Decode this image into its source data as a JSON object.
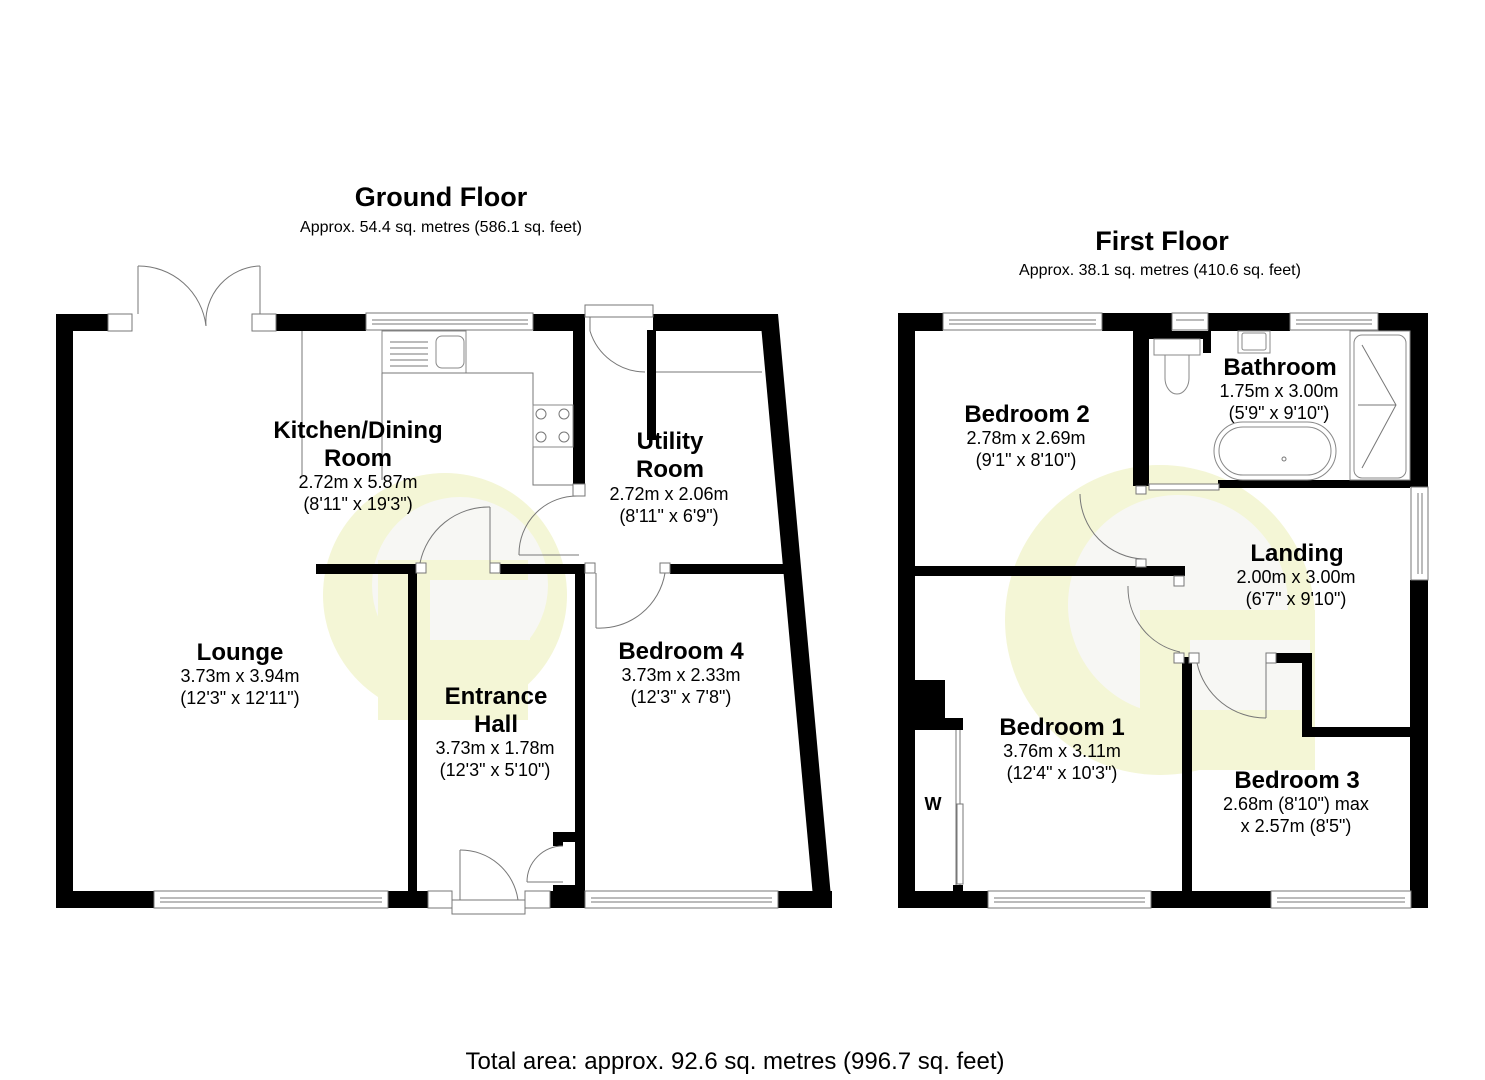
{
  "ground_floor": {
    "title": "Ground Floor",
    "area": "Approx. 54.4 sq. metres (586.1 sq. feet)",
    "rooms": {
      "kitchen": {
        "name_1": "Kitchen/Dining",
        "name_2": "Room",
        "metric": "2.72m x 5.87m",
        "imperial": "(8'11\" x 19'3\")"
      },
      "utility": {
        "name_1": "Utility",
        "name_2": "Room",
        "metric": "2.72m x 2.06m",
        "imperial": "(8'11\" x 6'9\")"
      },
      "lounge": {
        "name": "Lounge",
        "metric": "3.73m x 3.94m",
        "imperial": "(12'3\" x 12'11\")"
      },
      "entrance_hall": {
        "name_1": "Entrance",
        "name_2": "Hall",
        "metric": "3.73m x 1.78m",
        "imperial": "(12'3\" x 5'10\")"
      },
      "bedroom_4": {
        "name": "Bedroom 4",
        "metric": "3.73m x 2.33m",
        "imperial": "(12'3\" x 7'8\")"
      }
    }
  },
  "first_floor": {
    "title": "First Floor",
    "area": "Approx. 38.1 sq. metres (410.6 sq. feet)",
    "rooms": {
      "bedroom_2": {
        "name": "Bedroom 2",
        "metric": "2.78m x 2.69m",
        "imperial": "(9'1\" x 8'10\")"
      },
      "bathroom": {
        "name": "Bathroom",
        "metric": "1.75m x 3.00m",
        "imperial": "(5'9\" x 9'10\")"
      },
      "landing": {
        "name": "Landing",
        "metric": "2.00m x 3.00m",
        "imperial": "(6'7\" x 9'10\")"
      },
      "bedroom_1": {
        "name": "Bedroom 1",
        "metric": "3.76m x 3.11m",
        "imperial": "(12'4\" x 10'3\")"
      },
      "bedroom_3": {
        "name": "Bedroom 3",
        "line_1": "2.68m (8'10\") max",
        "line_2": "x 2.57m (8'5\")"
      },
      "wardrobe": {
        "label": "W"
      }
    }
  },
  "total_area": "Total area: approx. 92.6 sq. metres (996.7 sq. feet)",
  "colors": {
    "walls": "#000000",
    "watermark": "#f4f6d6",
    "background": "#ffffff"
  }
}
